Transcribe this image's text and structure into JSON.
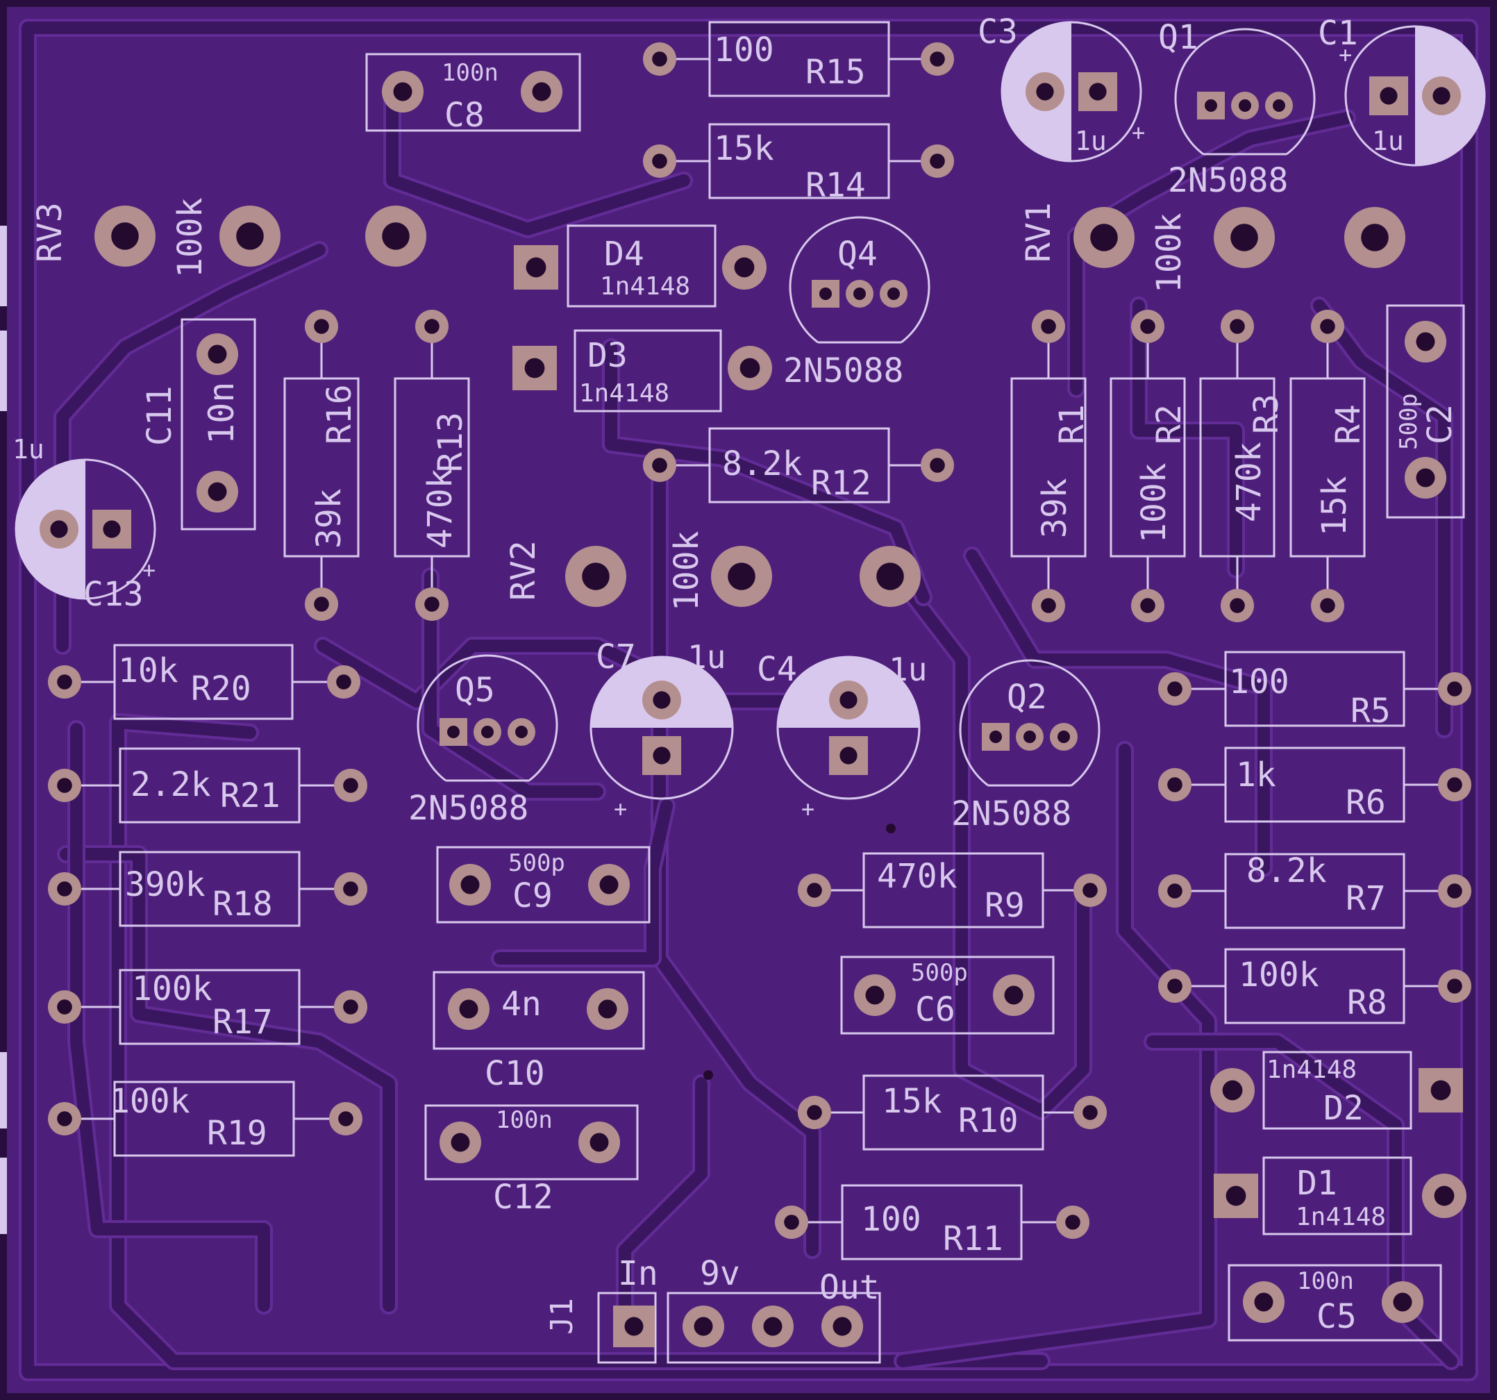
{
  "board": {
    "colors": {
      "edge": "#2a0d3f",
      "board": "#4e1f7a",
      "trace": "#3b1660",
      "trace_edge": "#622c96",
      "copper": "#b48f8f",
      "silk": "#d8c8ee",
      "hole": "#240a2f"
    }
  },
  "parts": [
    {
      "ref": "C8",
      "value": "100n",
      "kind": "film"
    },
    {
      "ref": "R15",
      "value": "100",
      "kind": "resistor"
    },
    {
      "ref": "R14",
      "value": "15k",
      "kind": "resistor"
    },
    {
      "ref": "C3",
      "value": "1u",
      "kind": "electrolytic"
    },
    {
      "ref": "Q1",
      "value": "2N5088",
      "kind": "transistor"
    },
    {
      "ref": "C1",
      "value": "1u",
      "kind": "electrolytic"
    },
    {
      "ref": "RV3",
      "value": "100k",
      "kind": "pot"
    },
    {
      "ref": "D4",
      "value": "1n4148",
      "kind": "diode"
    },
    {
      "ref": "D3",
      "value": "1n4148",
      "kind": "diode"
    },
    {
      "ref": "Q4",
      "value": "2N5088",
      "kind": "transistor"
    },
    {
      "ref": "RV1",
      "value": "100k",
      "kind": "pot"
    },
    {
      "ref": "C11",
      "value": "10n",
      "kind": "film"
    },
    {
      "ref": "R16",
      "value": "39k",
      "kind": "resistor"
    },
    {
      "ref": "R13",
      "value": "470k",
      "kind": "resistor"
    },
    {
      "ref": "R12",
      "value": "8.2k",
      "kind": "resistor"
    },
    {
      "ref": "R1",
      "value": "39k",
      "kind": "resistor"
    },
    {
      "ref": "R2",
      "value": "100k",
      "kind": "resistor"
    },
    {
      "ref": "R3",
      "value": "470k",
      "kind": "resistor"
    },
    {
      "ref": "R4",
      "value": "15k",
      "kind": "resistor"
    },
    {
      "ref": "C2",
      "value": "500p",
      "kind": "film"
    },
    {
      "ref": "C13",
      "value": "1u",
      "kind": "electrolytic"
    },
    {
      "ref": "RV2",
      "value": "100k",
      "kind": "pot"
    },
    {
      "ref": "R20",
      "value": "10k",
      "kind": "resistor"
    },
    {
      "ref": "Q5",
      "value": "2N5088",
      "kind": "transistor"
    },
    {
      "ref": "C7",
      "value": "1u",
      "kind": "electrolytic"
    },
    {
      "ref": "C4",
      "value": "1u",
      "kind": "electrolytic"
    },
    {
      "ref": "Q2",
      "value": "2N5088",
      "kind": "transistor"
    },
    {
      "ref": "R5",
      "value": "100",
      "kind": "resistor"
    },
    {
      "ref": "R21",
      "value": "2.2k",
      "kind": "resistor"
    },
    {
      "ref": "R6",
      "value": "1k",
      "kind": "resistor"
    },
    {
      "ref": "R18",
      "value": "390k",
      "kind": "resistor"
    },
    {
      "ref": "C9",
      "value": "500p",
      "kind": "film"
    },
    {
      "ref": "R9",
      "value": "470k",
      "kind": "resistor"
    },
    {
      "ref": "R7",
      "value": "8.2k",
      "kind": "resistor"
    },
    {
      "ref": "C6",
      "value": "500p",
      "kind": "film"
    },
    {
      "ref": "R8",
      "value": "100k",
      "kind": "resistor"
    },
    {
      "ref": "R17",
      "value": "100k",
      "kind": "resistor"
    },
    {
      "ref": "C10",
      "value": "4n",
      "kind": "film"
    },
    {
      "ref": "R19",
      "value": "100k",
      "kind": "resistor"
    },
    {
      "ref": "C12",
      "value": "100n",
      "kind": "film"
    },
    {
      "ref": "R10",
      "value": "15k",
      "kind": "resistor"
    },
    {
      "ref": "D2",
      "value": "1n4148",
      "kind": "diode"
    },
    {
      "ref": "D1",
      "value": "1n4148",
      "kind": "diode"
    },
    {
      "ref": "R11",
      "value": "100",
      "kind": "resistor"
    },
    {
      "ref": "C5",
      "value": "100n",
      "kind": "film"
    },
    {
      "ref": "J1",
      "value": "",
      "kind": "connector"
    }
  ],
  "connector_labels": [
    "In",
    "9v",
    "Out"
  ],
  "polarity_mark": "+"
}
